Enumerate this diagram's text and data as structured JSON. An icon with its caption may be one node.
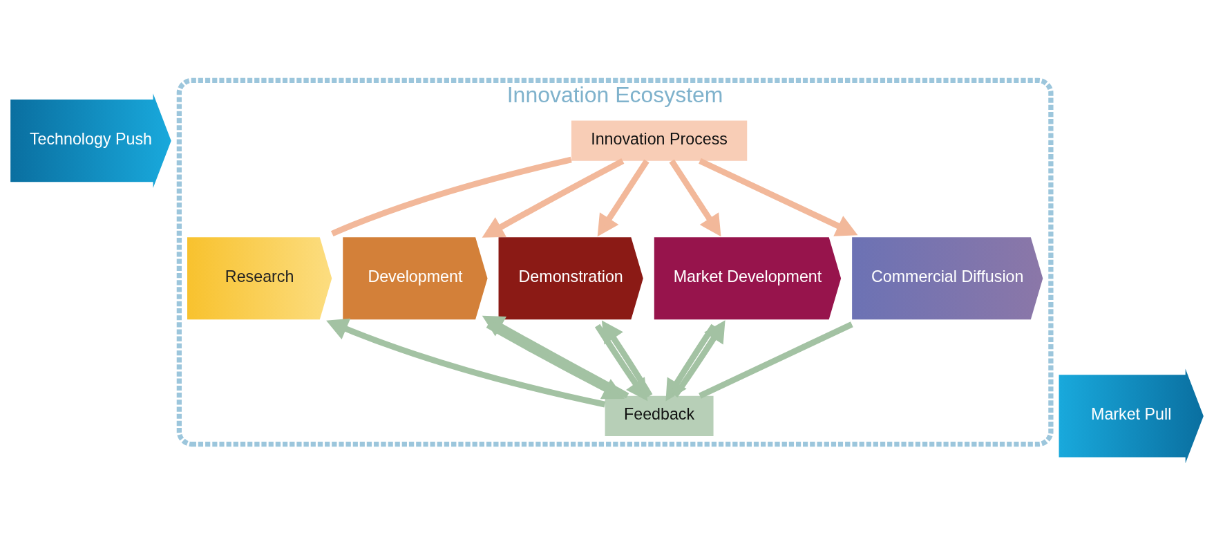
{
  "diagram": {
    "nodes": [
      {
        "text": [
          "Innovation Ecosystem"
        ]
      },
      {
        "text": [
          "Technology Push"
        ]
      },
      {
        "text": [
          "Research"
        ],
        "in": 0
      },
      {
        "text": [
          "Development"
        ],
        "in": 0
      },
      {
        "text": [
          "Demonstration"
        ],
        "in": 0
      },
      {
        "text": [
          "Market Development"
        ],
        "in": 0
      },
      {
        "text": [
          "Commercial Diffusion"
        ],
        "in": 0
      },
      {
        "text": [
          "Market Pull"
        ]
      },
      {
        "text": [
          "Innovation Process"
        ],
        "in": 0
      },
      {
        "text": [
          "Feedback"
        ],
        "in": 0
      }
    ],
    "edges": [
      {
        "from": 2,
        "to": 8,
        "arrow": "none"
      },
      {
        "from": 8,
        "to": 3,
        "arrow": "to"
      },
      {
        "from": 8,
        "to": 4,
        "arrow": "to"
      },
      {
        "from": 8,
        "to": 5,
        "arrow": "to"
      },
      {
        "from": 8,
        "to": 6,
        "arrow": "to"
      },
      {
        "from": 3,
        "to": 9,
        "arrow": "to"
      },
      {
        "from": 4,
        "to": 9,
        "arrow": "to"
      },
      {
        "from": 5,
        "to": 9,
        "arrow": "to"
      },
      {
        "from": 6,
        "to": 9,
        "arrow": "none"
      },
      {
        "from": 9,
        "to": 2,
        "arrow": "to"
      },
      {
        "from": 9,
        "to": 3,
        "arrow": "to"
      },
      {
        "from": 9,
        "to": 4,
        "arrow": "to"
      },
      {
        "from": 9,
        "to": 5,
        "arrow": "to"
      }
    ]
  }
}
